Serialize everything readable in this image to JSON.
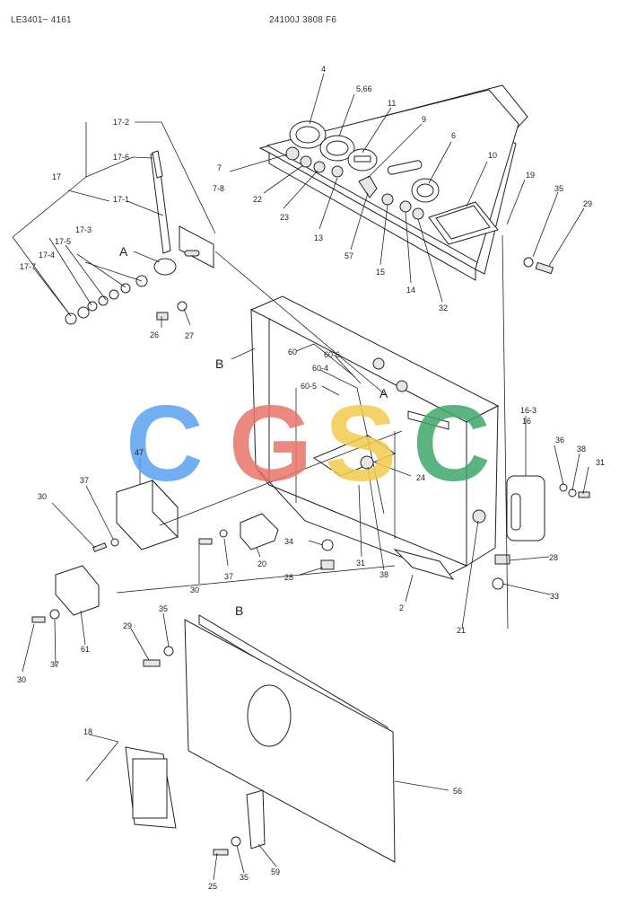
{
  "header": {
    "left": "LE3401~ 4161",
    "center": "24100J 3808 F6"
  },
  "watermark": {
    "letters": [
      {
        "char": "C",
        "color": "#5aa0f0"
      },
      {
        "char": "G",
        "color": "#e8746a"
      },
      {
        "char": "S",
        "color": "#f2cc4e"
      },
      {
        "char": "C",
        "color": "#3fa86a"
      }
    ]
  },
  "callouts": [
    "4",
    "5,66",
    "11",
    "9",
    "6",
    "10",
    "19",
    "35",
    "29",
    "7",
    "7-8",
    "22",
    "23",
    "13",
    "57",
    "15",
    "14",
    "32",
    "17-2",
    "17-6",
    "17",
    "17-1",
    "17-3",
    "17-5",
    "17-4",
    "17-7",
    "A",
    "26",
    "27",
    "B",
    "60",
    "60-6",
    "60-4",
    "60-5",
    "A",
    "16-3",
    "16",
    "36",
    "38",
    "31",
    "47",
    "24",
    "37",
    "30",
    "20",
    "30",
    "37",
    "34",
    "28",
    "31",
    "38",
    "28",
    "33",
    "2",
    "21",
    "61",
    "30",
    "37",
    "B",
    "29",
    "35",
    "18",
    "56",
    "25",
    "35",
    "59"
  ]
}
